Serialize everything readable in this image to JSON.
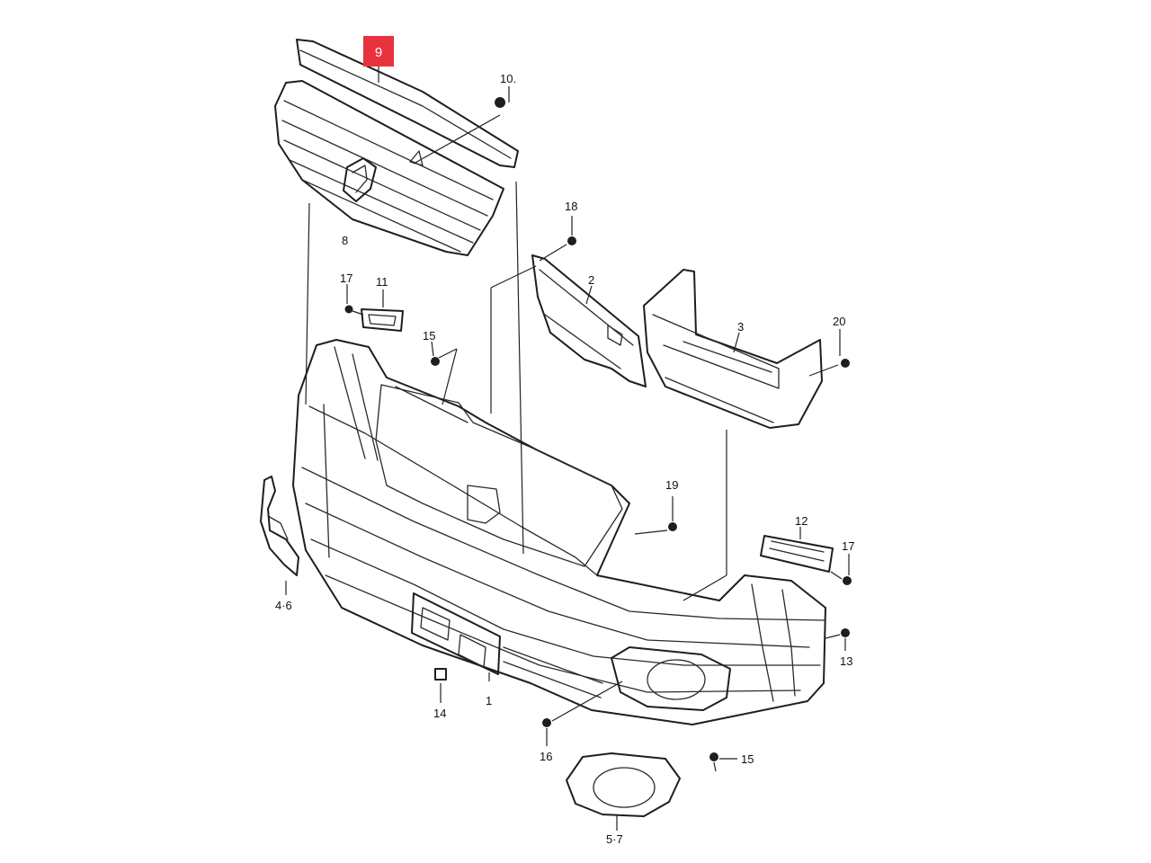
{
  "highlight": {
    "label": "9",
    "color": "#e8323e"
  },
  "labels": {
    "p1": "1",
    "p2": "2",
    "p3": "3",
    "p4_6": "4·6",
    "p5_7": "5·7",
    "p8": "8",
    "p10": "10.",
    "p11": "11",
    "p12": "12",
    "p13": "13",
    "p14": "14",
    "p15a": "15",
    "p15b": "15",
    "p16": "16",
    "p17a": "17",
    "p17b": "17",
    "p18": "18",
    "p19": "19",
    "p20": "20"
  },
  "icons": {
    "screw": "screw-icon",
    "clip": "clip-icon"
  }
}
